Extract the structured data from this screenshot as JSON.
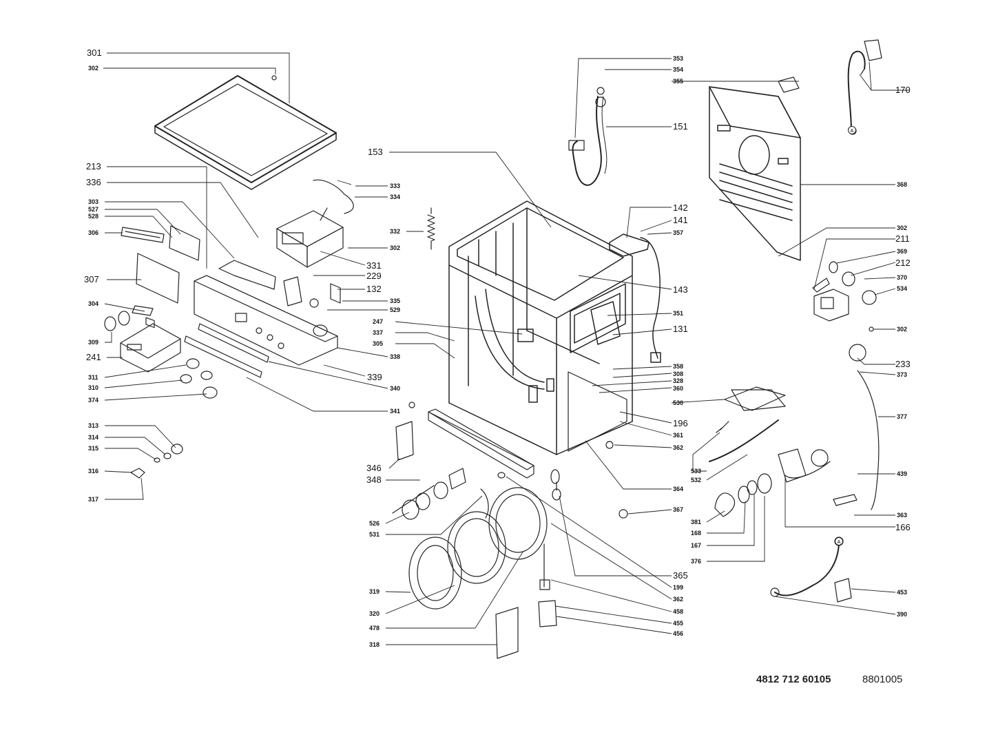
{
  "diagram": {
    "part_numbers": {
      "p301": "301",
      "p302a": "302",
      "p213": "213",
      "p336": "336",
      "p303": "303",
      "p527": "527",
      "p528": "528",
      "p306": "306",
      "p307": "307",
      "p304": "304",
      "p309": "309",
      "p241": "241",
      "p311": "311",
      "p310": "310",
      "p374": "374",
      "p313": "313",
      "p314": "314",
      "p315": "315",
      "p316": "316",
      "p317": "317",
      "p333": "333",
      "p334": "334",
      "p332": "332",
      "p302b": "302",
      "p331": "331",
      "p229": "229",
      "p132": "132",
      "p335": "335",
      "p529": "529",
      "p247": "247",
      "p337": "337",
      "p305": "305",
      "p338": "338",
      "p339": "339",
      "p340": "340",
      "p341": "341",
      "p153": "153",
      "p353": "353",
      "p354": "354",
      "p355": "355",
      "p151": "151",
      "p170": "170",
      "p368": "368",
      "p142": "142",
      "p141": "141",
      "p357": "357",
      "p302c": "302",
      "p211": "211",
      "p369": "369",
      "p212": "212",
      "p370": "370",
      "p534": "534",
      "p143": "143",
      "p351": "351",
      "p131": "131",
      "p302d": "302",
      "p233": "233",
      "p373": "373",
      "p358": "358",
      "p308": "308",
      "p328": "328",
      "p360": "360",
      "p530": "530",
      "p196": "196",
      "p361": "361",
      "p362a": "362",
      "p377": "377",
      "p346": "346",
      "p348": "348",
      "p526": "526",
      "p531": "531",
      "p533": "533",
      "p532": "532",
      "p364": "364",
      "p439": "439",
      "p367": "367",
      "p381": "381",
      "p363": "363",
      "p168": "168",
      "p166": "166",
      "p167": "167",
      "p376": "376",
      "p365": "365",
      "p319": "319",
      "p199": "199",
      "p362b": "362",
      "p453": "453",
      "p320": "320",
      "p458": "458",
      "p390": "390",
      "p478": "478",
      "p455": "455",
      "p318": "318",
      "p456": "456"
    },
    "connector_marks": {
      "a_top": "A",
      "a_bottom": "A"
    },
    "stroke_color": "#222222"
  },
  "footer": {
    "code_a": "4812 712 60105",
    "code_b": "8801005"
  }
}
